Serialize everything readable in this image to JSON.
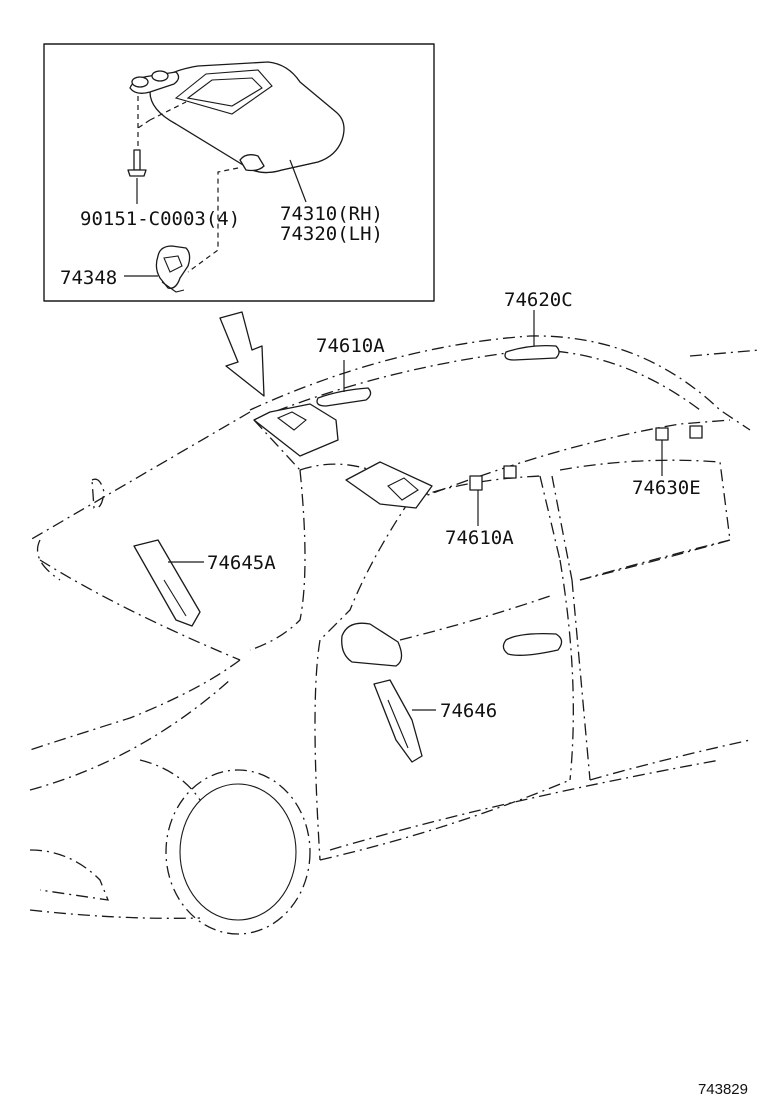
{
  "labels": {
    "bolt": "90151-C0003(4)",
    "visor_rh": "74310(RH)",
    "visor_lh": "74320(LH)",
    "visor_holder": "74348",
    "grip_rear": "74620C",
    "grip_front": "74610A",
    "grip_front_2": "74610A",
    "hook": "74630E",
    "pillar_left": "74645A",
    "pillar_right": "74646"
  },
  "figure_ref": "743829"
}
